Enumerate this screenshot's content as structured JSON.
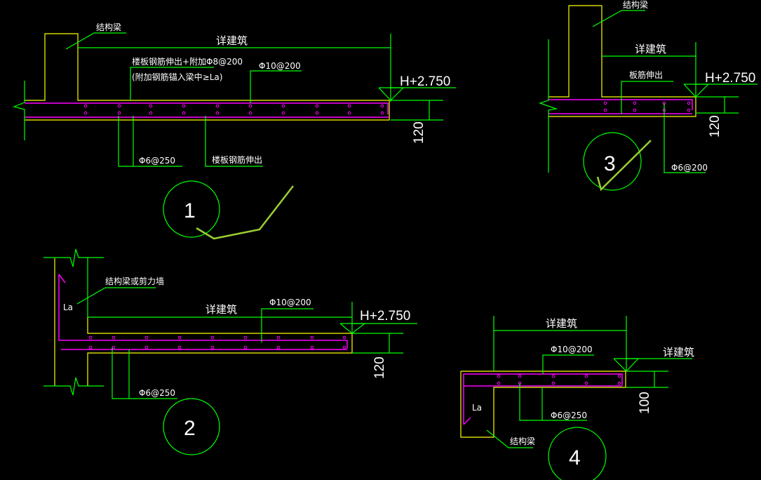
{
  "colors": {
    "background": "#000000",
    "concrete": "#ffff00",
    "rebar": "#ff00ff",
    "annotation": "#00ff00",
    "text": "#ffffff"
  },
  "detail1": {
    "number": "1",
    "beam_label": "结构梁",
    "width_label": "详建筑",
    "rebar_note_1": "楼板钢筋伸出+附加Φ8@200",
    "rebar_note_2": "(附加钢筋锚入梁中≥La)",
    "top_rebar": "Φ10@200",
    "elevation": "H+2.750",
    "thickness": "120",
    "bottom_rebar": "Φ6@250",
    "bottom_note": "楼板钢筋伸出"
  },
  "detail2": {
    "number": "2",
    "wall_label": "结构梁或剪力墙",
    "anchor_label": "La",
    "width_label": "详建筑",
    "top_rebar": "Φ10@200",
    "elevation": "H+2.750",
    "thickness": "120",
    "bottom_rebar": "Φ6@250"
  },
  "detail3": {
    "number": "3",
    "beam_label": "结构梁",
    "width_label": "详建筑",
    "rebar_note": "板筋伸出",
    "elevation": "H+2.750",
    "thickness": "120",
    "bottom_rebar": "Φ6@200"
  },
  "detail4": {
    "number": "4",
    "width_label": "详建筑",
    "top_rebar": "Φ10@200",
    "elevation": "详建筑",
    "anchor_label": "La",
    "thickness": "100",
    "bottom_rebar": "Φ6@250",
    "beam_label": "结构梁"
  }
}
